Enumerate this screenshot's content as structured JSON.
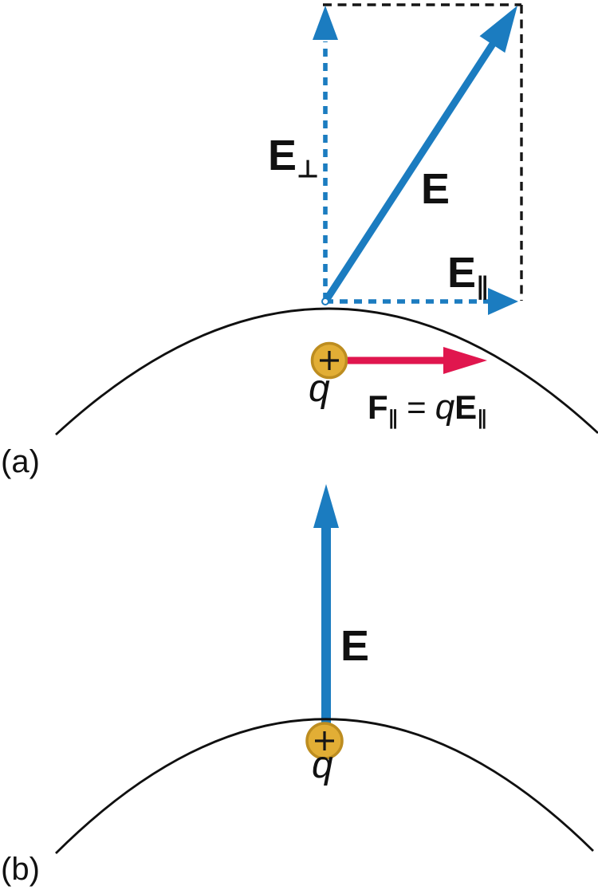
{
  "figure": {
    "description": "Electric field at the surface of a conductor: panel (a) shows field E with perpendicular and parallel components acting on surface charge q; panel (b) shows the field perpendicular to the surface.",
    "colors": {
      "vector_blue": "#1b7cc0",
      "force_red": "#e0164e",
      "charge_fill": "#e2ae35",
      "charge_ring": "#bd8d20",
      "line_black": "#101010"
    },
    "panel_a": {
      "label": "(a)",
      "e_perp_label": {
        "base": "E",
        "sub": "⊥"
      },
      "e_label": "E",
      "e_parallel_label": {
        "base": "E",
        "sub": "∥"
      },
      "charge_label": "q",
      "charge_sign": "+",
      "force_equation": {
        "lhs": "F",
        "lhs_sub": "∥",
        "equals": "=",
        "rhs_q": "q",
        "rhs_e": "E",
        "rhs_sub": "∥"
      }
    },
    "panel_b": {
      "label": "(b)",
      "e_label": "E",
      "charge_label": "q",
      "charge_sign": "+"
    }
  }
}
